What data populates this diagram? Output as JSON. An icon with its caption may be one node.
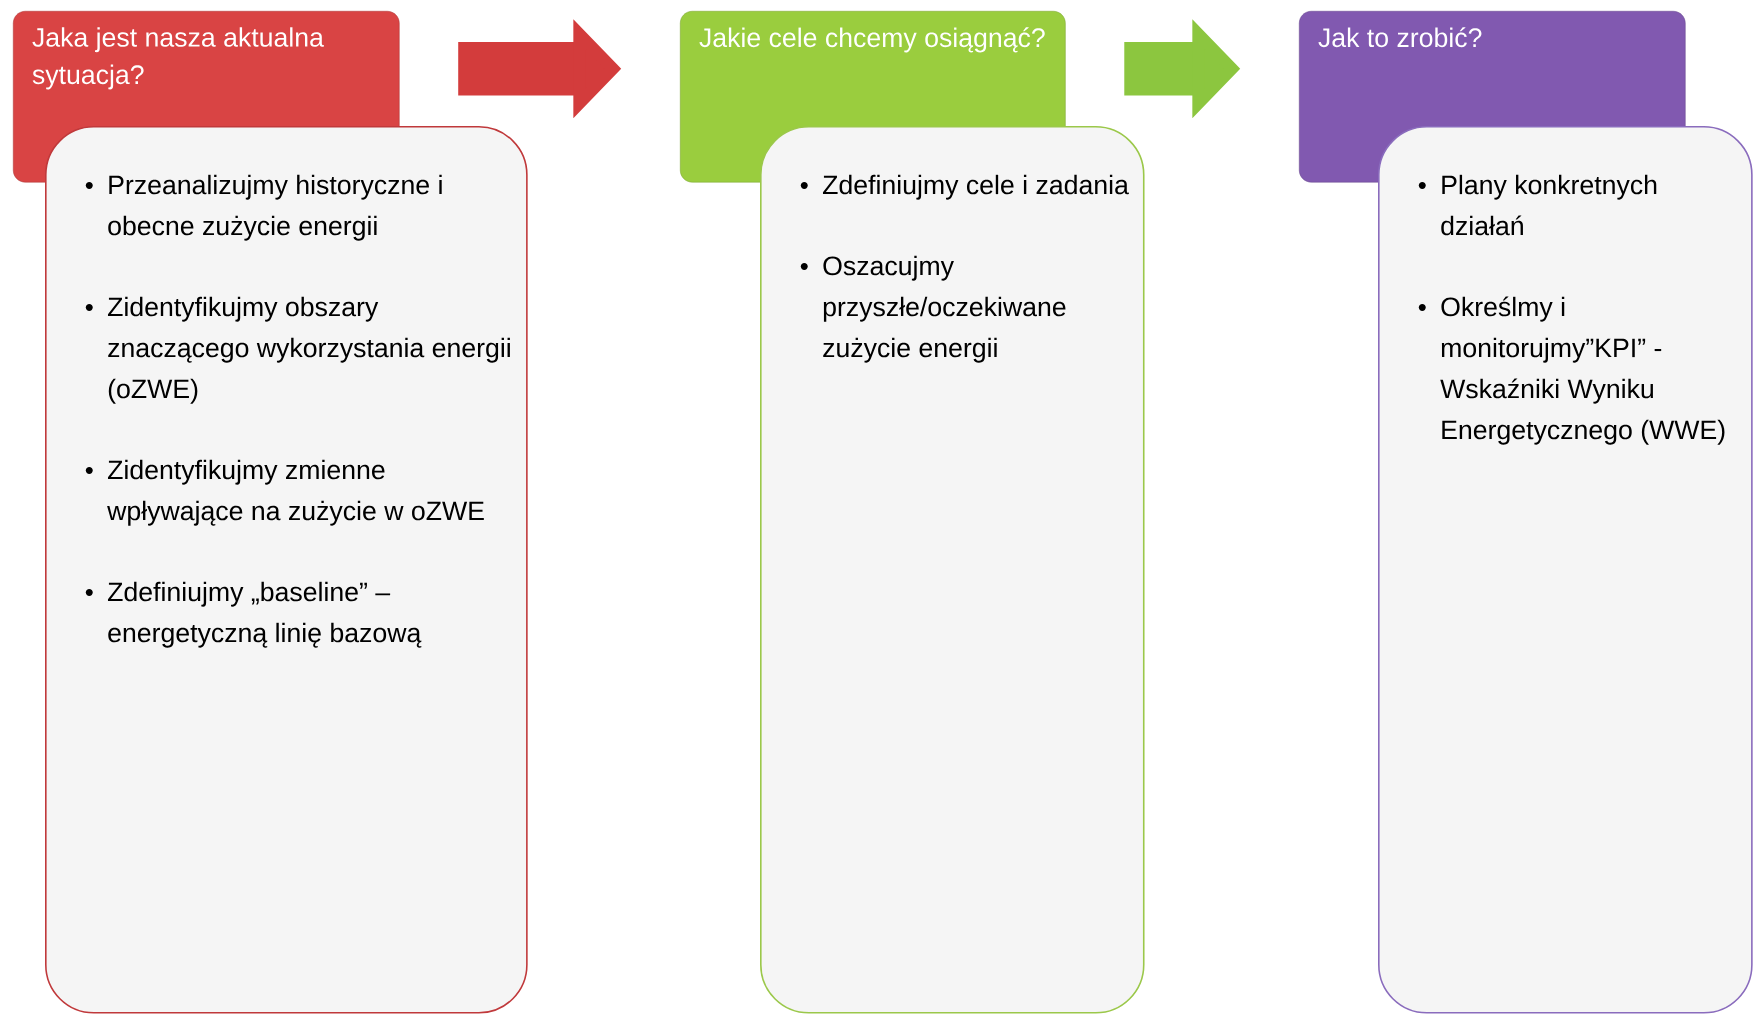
{
  "diagram": {
    "nodes": [
      {
        "text": [
          "Jaka jest nasza aktualna sytuacja?"
        ]
      },
      {
        "text": [
          "Przeanalizujmy historyczne i obecne zużycie energii",
          "Zidentyfikujmy obszary znaczącego wykorzystania energii (oZWE)",
          "Zidentyfikujmy zmienne wpływające na zużycie w oZWE",
          "Zdefiniujmy „baseline” – energetyczną linię bazową"
        ]
      },
      {
        "text": [
          "Jakie cele chcemy osiągnąć?"
        ]
      },
      {
        "text": [
          "Zdefiniujmy cele i zadania",
          "Oszacujmy przyszłe/oczekiwane zużycie energii"
        ]
      },
      {
        "text": [
          "Jak to zrobić?"
        ]
      },
      {
        "text": [
          "Plany konkretnych działań",
          "Określmy i monitorujmy”KPI” - Wskaźniki Wyniku Energetycznego (WWE)"
        ]
      }
    ],
    "edges": [
      {
        "from": 0,
        "to": 2,
        "arrow": "to",
        "color": "#d33c3c"
      },
      {
        "from": 2,
        "to": 4,
        "arrow": "to",
        "color": "#8cc63f"
      }
    ]
  }
}
